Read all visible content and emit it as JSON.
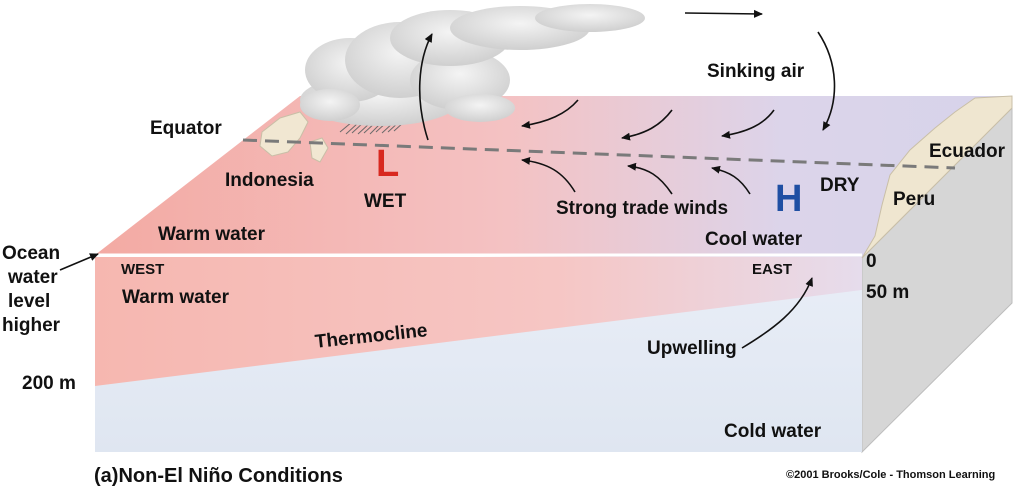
{
  "labels": {
    "sinking_air": "Sinking air",
    "equator": "Equator",
    "ecuador": "Ecuador",
    "indonesia": "Indonesia",
    "low_letter": "L",
    "wet": "WET",
    "high_letter": "H",
    "dry": "DRY",
    "peru": "Peru",
    "strong_trade_winds": "Strong trade winds",
    "warm_water_surface": "Warm water",
    "cool_water": "Cool water",
    "ocean_water_level_higher": [
      "Ocean",
      "water",
      "level",
      "higher"
    ],
    "west": "WEST",
    "east": "EAST",
    "warm_water_depth": "Warm water",
    "depth_0": "0",
    "depth_50": "50 m",
    "depth_200": "200 m",
    "thermocline": "Thermocline",
    "upwelling": "Upwelling",
    "cold_water": "Cold water"
  },
  "caption": "(a)Non-El Niño Conditions",
  "copyright": "©2001 Brooks/Cole - Thomson Learning",
  "colors": {
    "warm": "#f4b4ae",
    "cool": "#d9d4ea",
    "cold": "#e6eef6",
    "low_letter": "#d8281f",
    "high_letter": "#1f4fa3",
    "land": "#efe6d0"
  }
}
